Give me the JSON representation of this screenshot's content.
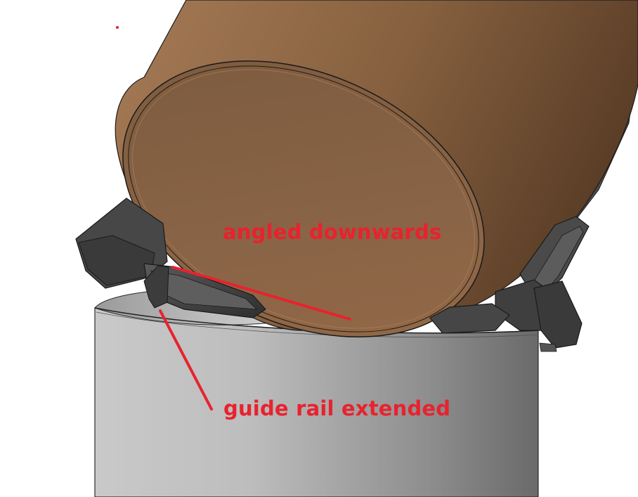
{
  "annotations": {
    "angled": "angled downwards",
    "rail": "guide rail extended"
  },
  "colors": {
    "annotation": "#e8222e",
    "drum_light": "#a57a55",
    "drum_dark": "#5e4028",
    "tube_light": "#cfcfcf",
    "tube_dark": "#6b6b6b",
    "rail_plastic": "#4a4a4a"
  },
  "icons": {
    "drum": "brown-cylinder",
    "tube": "grey-cylinder",
    "rails": "dark-grey-guide-rails"
  }
}
